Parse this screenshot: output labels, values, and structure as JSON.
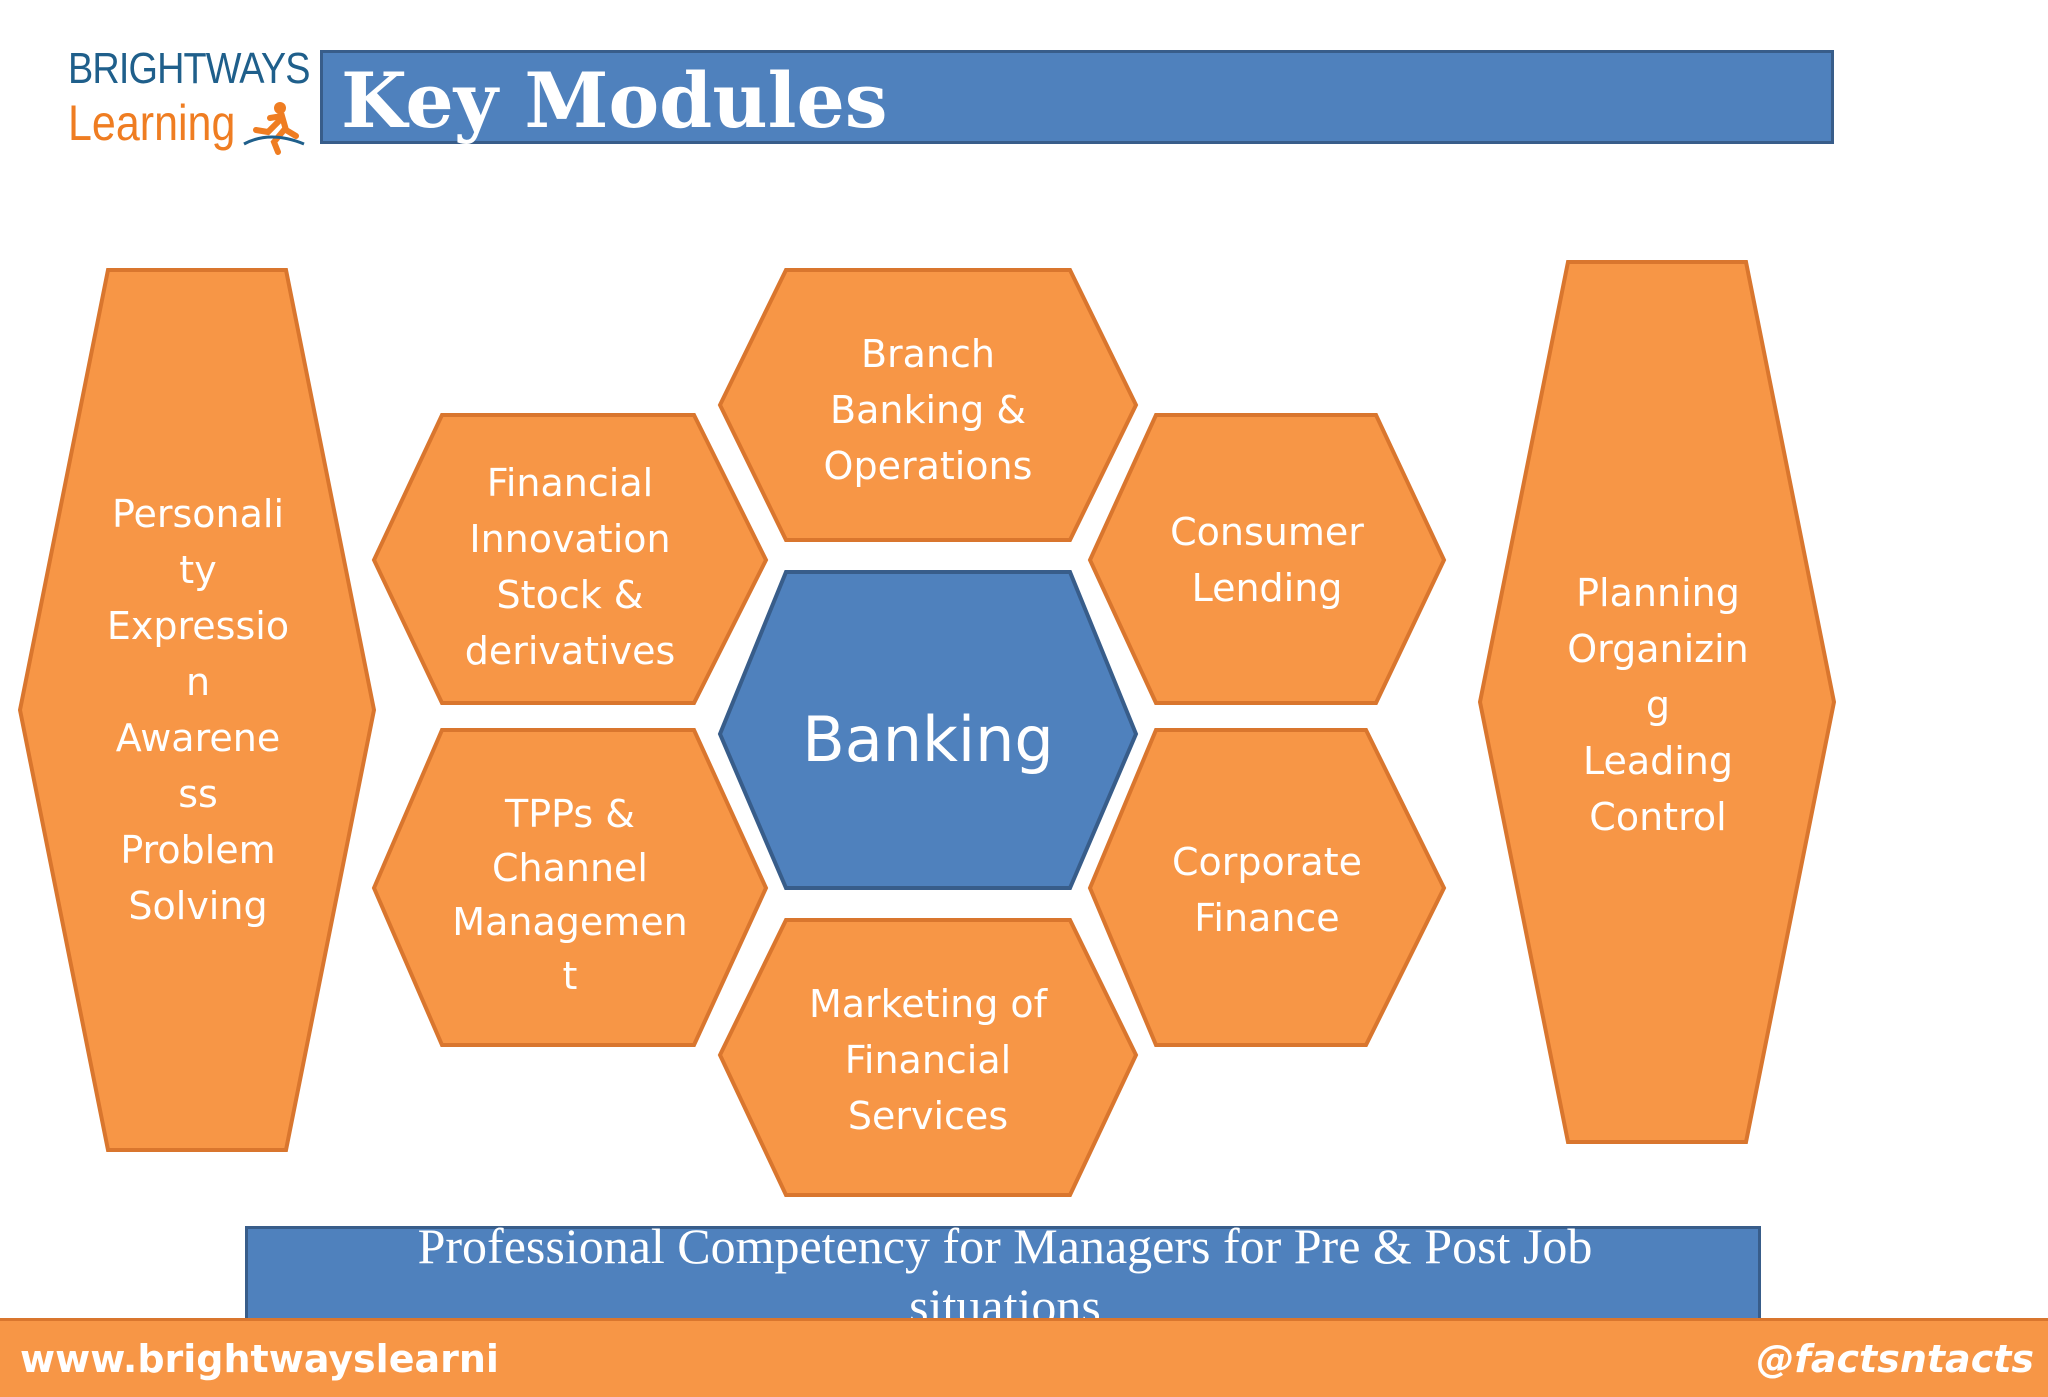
{
  "logo": {
    "line1": "BRIGHTWAYS",
    "line2": "Learning",
    "icon": "runner-icon"
  },
  "title": "Key Modules",
  "center": "Banking",
  "modules": {
    "branch": "Branch\nBanking &\nOperations",
    "financial_innovation": "Financial\nInnovation\nStock &\nderivatives",
    "consumer_lending": "Consumer\nLending",
    "tpps": "TPPs &\nChannel\nManagemen\nt",
    "corporate_finance": "Corporate\nFinance",
    "marketing": "Marketing of\nFinancial\nServices"
  },
  "side_left": "Personali\nty\nExpressio\nn\nAwarene\nss\nProblem\nSolving",
  "side_right": "Planning\nOrganizin\ng\nLeading\nControl",
  "caption": "Professional Competency for Managers for Pre & Post Job situations",
  "footer": {
    "website": "www.brightwayslearni",
    "handle": "@factsntacts"
  },
  "colors": {
    "orange": "#f79646",
    "orange_border": "#d9762e",
    "blue": "#4f81bd",
    "blue_border": "#385d8a"
  }
}
